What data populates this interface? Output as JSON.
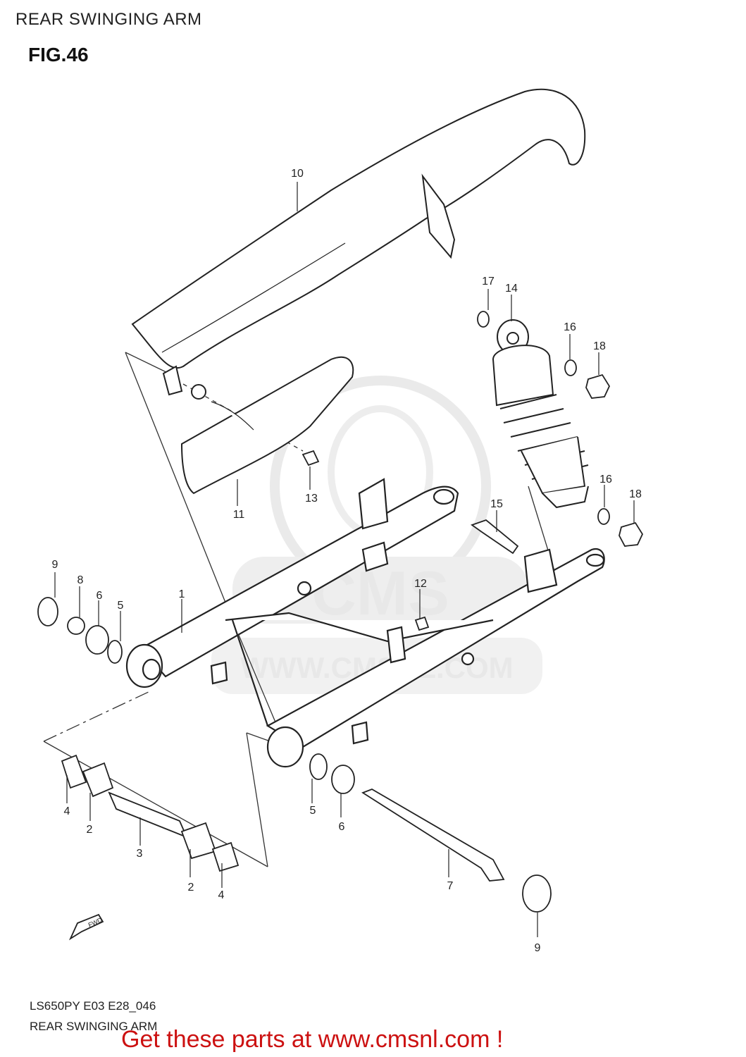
{
  "header": {
    "title": "REAR SWINGING ARM",
    "figure": "FIG.46"
  },
  "footer": {
    "code": "LS650PY E03 E28_046",
    "name": "REAR SWINGING ARM"
  },
  "watermark": {
    "brand": "CMS",
    "url": "WWW.CMSNL.COM"
  },
  "fwd_arrow": {
    "label": "FWD"
  },
  "promo": {
    "text": "Get these parts at www.cmsnl.com !",
    "color": "#cc1111"
  },
  "parts": [
    {
      "id": "p10",
      "label": "10"
    },
    {
      "id": "p17",
      "label": "17"
    },
    {
      "id": "p14",
      "label": "14"
    },
    {
      "id": "p16a",
      "label": "16"
    },
    {
      "id": "p18a",
      "label": "18"
    },
    {
      "id": "p11",
      "label": "11"
    },
    {
      "id": "p13",
      "label": "13"
    },
    {
      "id": "p15",
      "label": "15"
    },
    {
      "id": "p16b",
      "label": "16"
    },
    {
      "id": "p18b",
      "label": "18"
    },
    {
      "id": "p9a",
      "label": "9"
    },
    {
      "id": "p8",
      "label": "8"
    },
    {
      "id": "p6a",
      "label": "6"
    },
    {
      "id": "p5a",
      "label": "5"
    },
    {
      "id": "p1",
      "label": "1"
    },
    {
      "id": "p12",
      "label": "12"
    },
    {
      "id": "p4a",
      "label": "4"
    },
    {
      "id": "p2a",
      "label": "2"
    },
    {
      "id": "p3",
      "label": "3"
    },
    {
      "id": "p2b",
      "label": "2"
    },
    {
      "id": "p4b",
      "label": "4"
    },
    {
      "id": "p5b",
      "label": "5"
    },
    {
      "id": "p6b",
      "label": "6"
    },
    {
      "id": "p7",
      "label": "7"
    },
    {
      "id": "p9b",
      "label": "9"
    }
  ]
}
